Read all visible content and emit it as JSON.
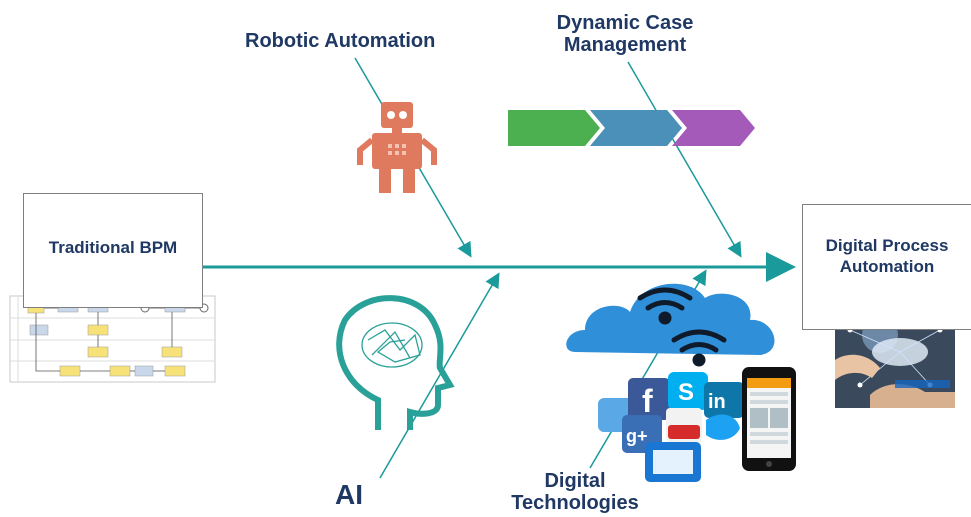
{
  "labels": {
    "robotic_automation": "Robotic Automation",
    "dynamic_case_management": "Dynamic Case Management",
    "ai": "AI",
    "digital_technologies": "Digital Technologies"
  },
  "boxes": {
    "traditional_bpm": "Traditional BPM",
    "digital_process_automation": "Digital Process Automation"
  },
  "colors": {
    "label_text": "#1f3864",
    "main_arrow": "#1a9a9a",
    "robot": "#e07a5f",
    "chevrons": [
      "#4caf50",
      "#4a90b8",
      "#a45ab8"
    ],
    "cloud": "#2f8fd8",
    "brain_head": "#2aa198"
  },
  "icons": [
    "robot-icon",
    "brain-head-icon",
    "cloud-icon",
    "wifi-icon",
    "facebook-icon",
    "skype-icon",
    "linkedin-icon",
    "google-plus-icon",
    "youtube-icon",
    "twitter-icon",
    "smartphone-icon",
    "flowchart-thumbnail",
    "tablet-hand-photo"
  ]
}
